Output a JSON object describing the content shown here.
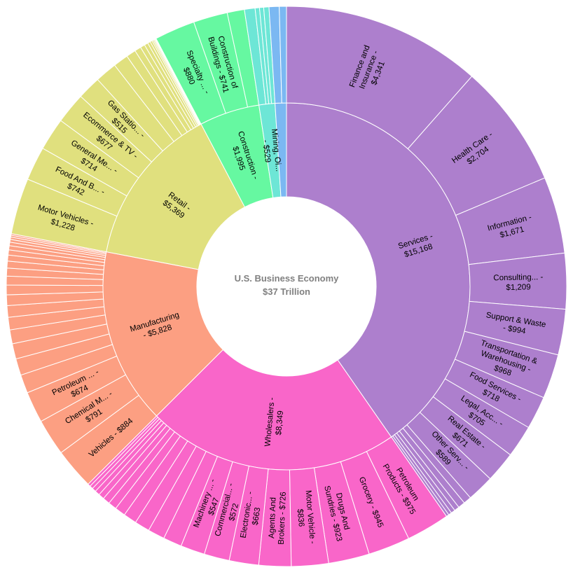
{
  "chart_data": {
    "type": "sunburst",
    "title": "U.S. Business Economy",
    "subtitle": "$37 Trillion",
    "sectors": [
      {
        "label": "Services - $15,168",
        "value": 15168,
        "color": "#ad7fcd",
        "children": [
          {
            "label": "Finance and Insurance - $4,341",
            "value": 4341
          },
          {
            "label": "Health Care - $2,704",
            "value": 2704
          },
          {
            "label": "Information - $1,671",
            "value": 1671
          },
          {
            "label": "Consulting... - $1,209",
            "value": 1209
          },
          {
            "label": "Support & Waste - $994",
            "value": 994
          },
          {
            "label": "Transportation & Warehousing - $968",
            "value": 968
          },
          {
            "label": "Food Services - $718",
            "value": 718
          },
          {
            "label": "Legal, Acc... - $705",
            "value": 705
          },
          {
            "label": "Real Estate - $671",
            "value": 671
          },
          {
            "label": "Other Serv... - $589",
            "value": 589
          },
          {
            "label": "",
            "value": 170
          },
          {
            "label": "",
            "value": 150
          },
          {
            "label": "",
            "value": 110
          },
          {
            "label": "",
            "value": 90
          },
          {
            "label": "",
            "value": 70
          },
          {
            "label": "",
            "value": 58
          }
        ]
      },
      {
        "label": "Wholesalers - $8,349",
        "value": 8349,
        "color": "#f966c9",
        "children": [
          {
            "label": "Petroleum Products - $975",
            "value": 975
          },
          {
            "label": "Grocery - $945",
            "value": 945
          },
          {
            "label": "Drugs And Sundries - $923",
            "value": 923
          },
          {
            "label": "Motor Vehicle - $836",
            "value": 836
          },
          {
            "label": "Agents And Brokers - $726",
            "value": 726
          },
          {
            "label": "Electronic... - $663",
            "value": 663
          },
          {
            "label": "Commercial... - $572",
            "value": 572
          },
          {
            "label": "Machinery ... - $547",
            "value": 547
          },
          {
            "label": "",
            "value": 420
          },
          {
            "label": "",
            "value": 380
          },
          {
            "label": "",
            "value": 340
          },
          {
            "label": "",
            "value": 300
          },
          {
            "label": "",
            "value": 240
          },
          {
            "label": "",
            "value": 190
          },
          {
            "label": "",
            "value": 160
          },
          {
            "label": "",
            "value": 130
          },
          {
            "label": "",
            "value": 110
          },
          {
            "label": "",
            "value": 90
          },
          {
            "label": "",
            "value": 75
          },
          {
            "label": "",
            "value": 62
          }
        ]
      },
      {
        "label": "Manufacturing - $5,828",
        "value": 5828,
        "color": "#fc9f82",
        "children": [
          {
            "label": "Vehicles - $884",
            "value": 884
          },
          {
            "label": "Chemical M... - $791",
            "value": 791
          },
          {
            "label": "Petroleum ... - $674",
            "value": 674
          },
          {
            "label": "",
            "value": 400
          },
          {
            "label": "",
            "value": 360
          },
          {
            "label": "",
            "value": 330
          },
          {
            "label": "",
            "value": 300
          },
          {
            "label": "",
            "value": 270
          },
          {
            "label": "",
            "value": 250
          },
          {
            "label": "",
            "value": 230
          },
          {
            "label": "",
            "value": 210
          },
          {
            "label": "",
            "value": 190
          },
          {
            "label": "",
            "value": 170
          },
          {
            "label": "",
            "value": 150
          },
          {
            "label": "",
            "value": 130
          },
          {
            "label": "",
            "value": 110
          },
          {
            "label": "",
            "value": 90
          },
          {
            "label": "",
            "value": 75
          },
          {
            "label": "",
            "value": 60
          },
          {
            "label": "",
            "value": 50
          },
          {
            "label": "",
            "value": 40
          },
          {
            "label": "",
            "value": 34
          }
        ]
      },
      {
        "label": "Retail - $5,369",
        "value": 5369,
        "color": "#e0e07e",
        "children": [
          {
            "label": "Motor Vehicles - $1,228",
            "value": 1228
          },
          {
            "label": "Food And B... - $742",
            "value": 742
          },
          {
            "label": "General Me... - $714",
            "value": 714
          },
          {
            "label": "Ecommerce & TV - $677",
            "value": 677
          },
          {
            "label": "Gas Statio... - $515",
            "value": 515
          },
          {
            "label": "",
            "value": 480
          },
          {
            "label": "",
            "value": 330
          },
          {
            "label": "",
            "value": 210
          },
          {
            "label": "",
            "value": 140
          },
          {
            "label": "",
            "value": 100
          },
          {
            "label": "",
            "value": 80
          },
          {
            "label": "",
            "value": 60
          },
          {
            "label": "",
            "value": 45
          },
          {
            "label": "",
            "value": 30
          },
          {
            "label": "",
            "value": 25
          },
          {
            "label": "",
            "value": 20
          },
          {
            "label": "",
            "value": 15
          },
          {
            "label": "",
            "value": 10
          }
        ]
      },
      {
        "label": "Construction - $1,995",
        "value": 1995,
        "color": "#66f8a1",
        "children": [
          {
            "label": "Specialty ... - $880",
            "value": 880
          },
          {
            "label": "Construction of Buildings - $741",
            "value": 741
          },
          {
            "label": "",
            "value": 374
          }
        ]
      },
      {
        "label": "Mining, Oi... - $529",
        "value": 529,
        "color": "#6de6d6",
        "children": [
          {
            "label": "",
            "value": 230
          },
          {
            "label": "",
            "value": 95
          },
          {
            "label": "",
            "value": 90
          },
          {
            "label": "",
            "value": 114
          }
        ]
      },
      {
        "label": "",
        "value": 375,
        "color": "#7bb8f2",
        "children": [
          {
            "label": "",
            "value": 220
          },
          {
            "label": "",
            "value": 155
          }
        ]
      }
    ]
  }
}
